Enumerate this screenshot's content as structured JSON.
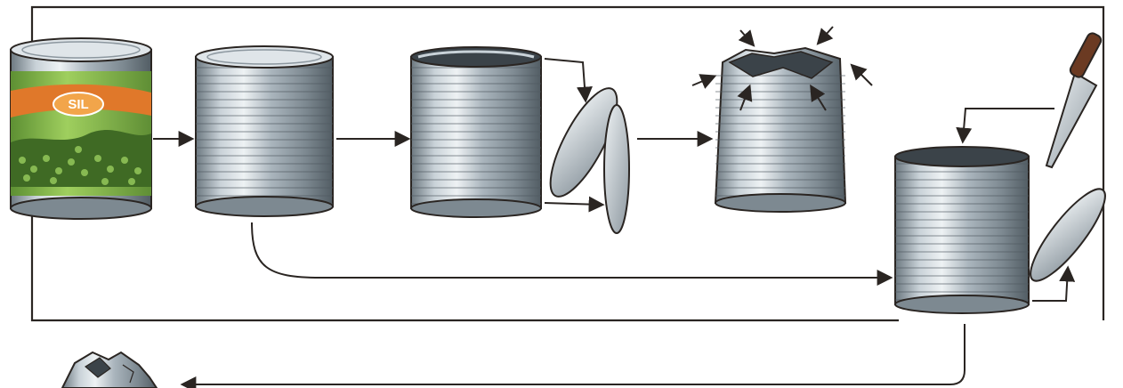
{
  "diagram": {
    "type": "process-flow",
    "can_brand_text": "SIL",
    "colors": {
      "frame_line": "#2a2522",
      "metal_light": "#d6dde2",
      "metal_mid": "#a4b0b9",
      "metal_dark": "#5f6b73",
      "label_green": "#7fb04a",
      "label_orange": "#e0782a",
      "peas_green": "#4f7d2b",
      "knife_handle": "#6b3a22"
    },
    "steps": [
      {
        "id": "full-can",
        "icon": "labeled-food-can-icon"
      },
      {
        "id": "empty-can",
        "icon": "bare-metal-can-icon"
      },
      {
        "id": "lid-removed",
        "icon": "open-can-with-lid-icon"
      },
      {
        "id": "can-crushed",
        "icon": "crushed-can-icon"
      },
      {
        "id": "cut-with-knife",
        "icon": "can-and-knife-icon"
      },
      {
        "id": "scrap-metal",
        "icon": "crumpled-metal-icon"
      }
    ]
  }
}
